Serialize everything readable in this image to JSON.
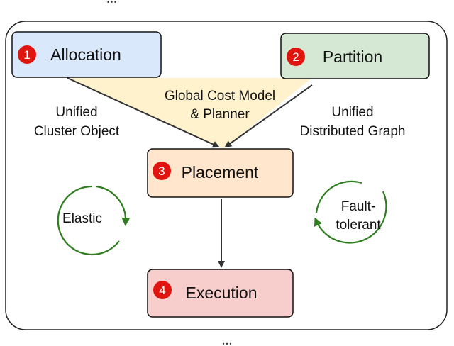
{
  "top_fragment": "...",
  "bottom_fragment": "...",
  "nodes": {
    "allocation": {
      "number": "1",
      "label": "Allocation",
      "fill": "#dae8fc",
      "stroke": "#111111"
    },
    "partition": {
      "number": "2",
      "label": "Partition",
      "fill": "#d5e8d4",
      "stroke": "#111111"
    },
    "placement": {
      "number": "3",
      "label": "Placement",
      "fill": "#ffe6cc",
      "stroke": "#111111"
    },
    "execution": {
      "number": "4",
      "label": "Execution",
      "fill": "#f8cecc",
      "stroke": "#111111"
    }
  },
  "badge_color": "#e0150f",
  "funnel": {
    "fill": "#fff2cc",
    "line1": "Global Cost Model",
    "line2": "& Planner"
  },
  "left_edge_label": {
    "line1": "Unified",
    "line2": "Cluster Object"
  },
  "right_edge_label": {
    "line1": "Unified",
    "line2": "Distributed Graph"
  },
  "elastic": {
    "label": "Elastic",
    "color": "#2e7d1e"
  },
  "fault_tolerant": {
    "line1": "Fault-",
    "line2": "tolerant",
    "color": "#2e7d1e"
  }
}
